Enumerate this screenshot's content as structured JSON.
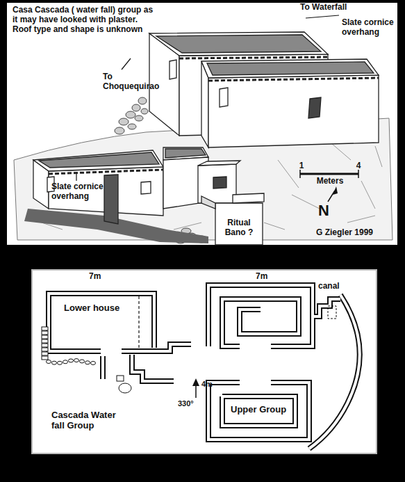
{
  "diagram": {
    "labels": [
      "Casa Cascada ( water fall) group as it may have looked with plaster. Roof type and shape is unknown",
      "To Waterfall",
      "Slate cornice overhang",
      "To Choquequirao",
      "Slate cornice overhang",
      "Ritual Bano ?",
      "1",
      "4",
      "Meters",
      "N",
      "G Ziegler 1999",
      "7m",
      "7m",
      "Lower house",
      "canal",
      "Upper Group",
      "Cascada Water fall Group",
      "4m",
      "330°"
    ]
  }
}
